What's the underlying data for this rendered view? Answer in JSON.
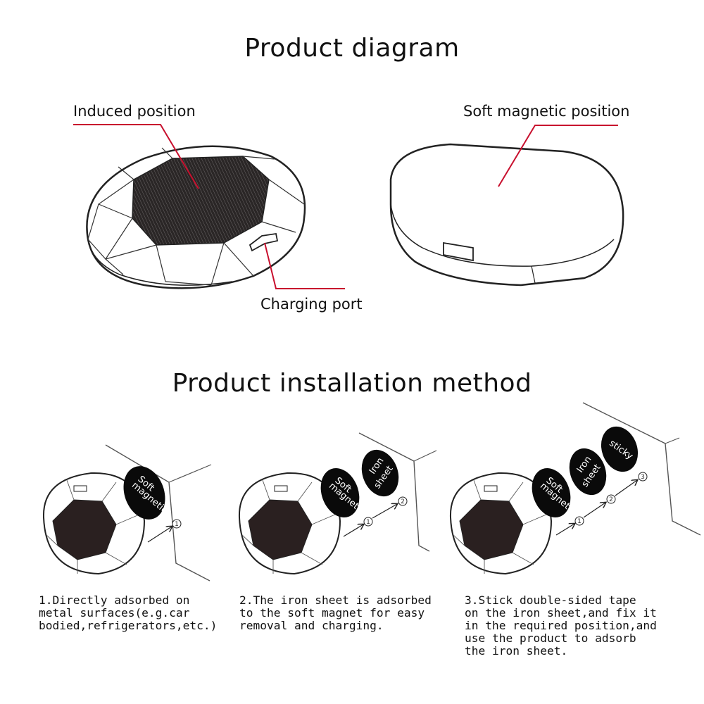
{
  "diagram": {
    "title": "Product diagram",
    "labels": {
      "induced": "Induced position",
      "soft_magnetic": "Soft magnetic position",
      "charging": "Charging port"
    }
  },
  "installation": {
    "title": "Product installation method",
    "steps": [
      {
        "caption": "1.Directly adsorbed on\nmetal surfaces(e.g.car\nbodied,refrigerators,etc.)",
        "pills": [
          [
            "Soft",
            "magnetic"
          ]
        ],
        "numbers": [
          "1"
        ]
      },
      {
        "caption": "2.The iron sheet is adsorbed\nto the soft magnet for easy\nremoval and charging.",
        "pills": [
          [
            "Soft",
            "magnetic"
          ],
          [
            "Iron",
            "sheet"
          ]
        ],
        "numbers": [
          "1",
          "2"
        ]
      },
      {
        "caption": "3.Stick double-sided tape\non the iron sheet,and fix it\nin the required position,and\nuse the product to adsorb\nthe iron sheet.",
        "pills": [
          [
            "Soft",
            "magnetic"
          ],
          [
            "Iron",
            "sheet"
          ],
          [
            "sticky"
          ]
        ],
        "numbers": [
          "1",
          "2",
          "3"
        ]
      }
    ]
  },
  "colors": {
    "leader": "#c8102e",
    "pill": "#0a0a0a",
    "pad": "#2a2020"
  }
}
